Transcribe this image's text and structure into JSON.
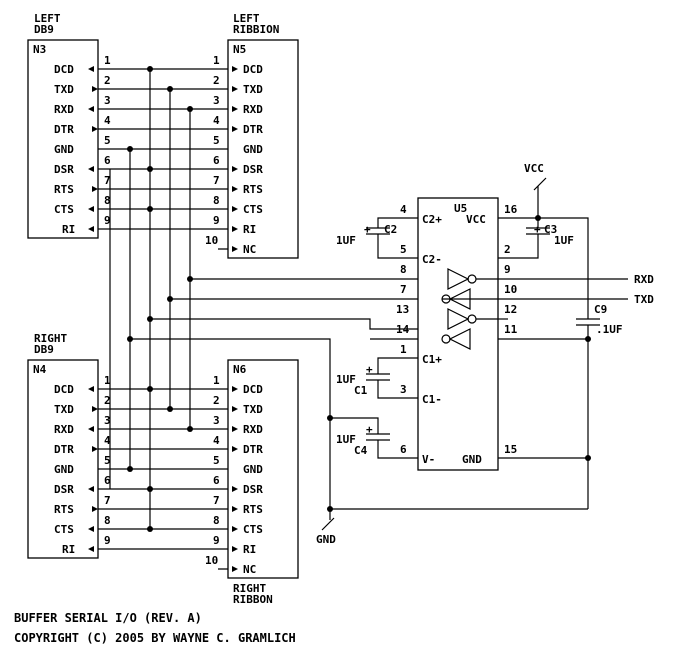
{
  "connectors": {
    "left_db9": {
      "title": [
        "LEFT",
        "DB9"
      ],
      "ref": "N3",
      "pins": [
        {
          "num": "1",
          "sig": "DCD"
        },
        {
          "num": "2",
          "sig": "TXD"
        },
        {
          "num": "3",
          "sig": "RXD"
        },
        {
          "num": "4",
          "sig": "DTR"
        },
        {
          "num": "5",
          "sig": "GND"
        },
        {
          "num": "6",
          "sig": "DSR"
        },
        {
          "num": "7",
          "sig": "RTS"
        },
        {
          "num": "8",
          "sig": "CTS"
        },
        {
          "num": "9",
          "sig": "RI"
        }
      ]
    },
    "left_ribbon": {
      "title": [
        "LEFT",
        "RIBBION"
      ],
      "ref": "N5",
      "pins": [
        {
          "num": "1",
          "sig": "DCD"
        },
        {
          "num": "2",
          "sig": "TXD"
        },
        {
          "num": "3",
          "sig": "RXD"
        },
        {
          "num": "4",
          "sig": "DTR"
        },
        {
          "num": "5",
          "sig": "GND"
        },
        {
          "num": "6",
          "sig": "DSR"
        },
        {
          "num": "7",
          "sig": "RTS"
        },
        {
          "num": "8",
          "sig": "CTS"
        },
        {
          "num": "9",
          "sig": "RI"
        },
        {
          "num": "10",
          "sig": "NC"
        }
      ]
    },
    "right_db9": {
      "title": [
        "RIGHT",
        "DB9"
      ],
      "ref": "N4",
      "pins": [
        {
          "num": "1",
          "sig": "DCD"
        },
        {
          "num": "2",
          "sig": "TXD"
        },
        {
          "num": "3",
          "sig": "RXD"
        },
        {
          "num": "4",
          "sig": "DTR"
        },
        {
          "num": "5",
          "sig": "GND"
        },
        {
          "num": "6",
          "sig": "DSR"
        },
        {
          "num": "7",
          "sig": "RTS"
        },
        {
          "num": "8",
          "sig": "CTS"
        },
        {
          "num": "9",
          "sig": "RI"
        }
      ]
    },
    "right_ribbon": {
      "title": [
        "RIGHT",
        "RIBBON"
      ],
      "ref": "N6",
      "pins": [
        {
          "num": "1",
          "sig": "DCD"
        },
        {
          "num": "2",
          "sig": "TXD"
        },
        {
          "num": "3",
          "sig": "RXD"
        },
        {
          "num": "4",
          "sig": "DTR"
        },
        {
          "num": "5",
          "sig": "GND"
        },
        {
          "num": "6",
          "sig": "DSR"
        },
        {
          "num": "7",
          "sig": "RTS"
        },
        {
          "num": "8",
          "sig": "CTS"
        },
        {
          "num": "9",
          "sig": "RI"
        },
        {
          "num": "10",
          "sig": "NC"
        }
      ]
    }
  },
  "chip": {
    "ref": "U5",
    "left_pins": [
      {
        "num": "4",
        "label": "C2+"
      },
      {
        "num": "5",
        "label": "C2-"
      },
      {
        "num": "8",
        "label": ""
      },
      {
        "num": "7",
        "label": ""
      },
      {
        "num": "13",
        "label": ""
      },
      {
        "num": "14",
        "label": ""
      },
      {
        "num": "1",
        "label": "C1+"
      },
      {
        "num": "3",
        "label": "C1-"
      },
      {
        "num": "6",
        "label": "V-"
      }
    ],
    "right_pins": [
      {
        "num": "16",
        "label": "VCC"
      },
      {
        "num": "2",
        "label": ""
      },
      {
        "num": "9",
        "label": ""
      },
      {
        "num": "10",
        "label": ""
      },
      {
        "num": "12",
        "label": ""
      },
      {
        "num": "11",
        "label": ""
      },
      {
        "num": "15",
        "label": "GND"
      }
    ]
  },
  "capacitors": {
    "c2": {
      "ref": "C2",
      "value": "1UF",
      "plus": "+"
    },
    "c3": {
      "ref": "C3",
      "value": "1UF",
      "plus": "+"
    },
    "c1": {
      "ref": "C1",
      "value": "1UF",
      "plus": "+"
    },
    "c4": {
      "ref": "C4",
      "value": "1UF",
      "plus": "+"
    },
    "c9": {
      "ref": "C9",
      "value": ".1UF"
    }
  },
  "nets": {
    "vcc": "VCC",
    "gnd": "GND",
    "rxd_out": "RXD",
    "txd_out": "TXD"
  },
  "footer": {
    "line1": "BUFFER SERIAL I/O (REV. A)",
    "line2": "COPYRIGHT (C) 2005 BY WAYNE C. GRAMLICH"
  }
}
